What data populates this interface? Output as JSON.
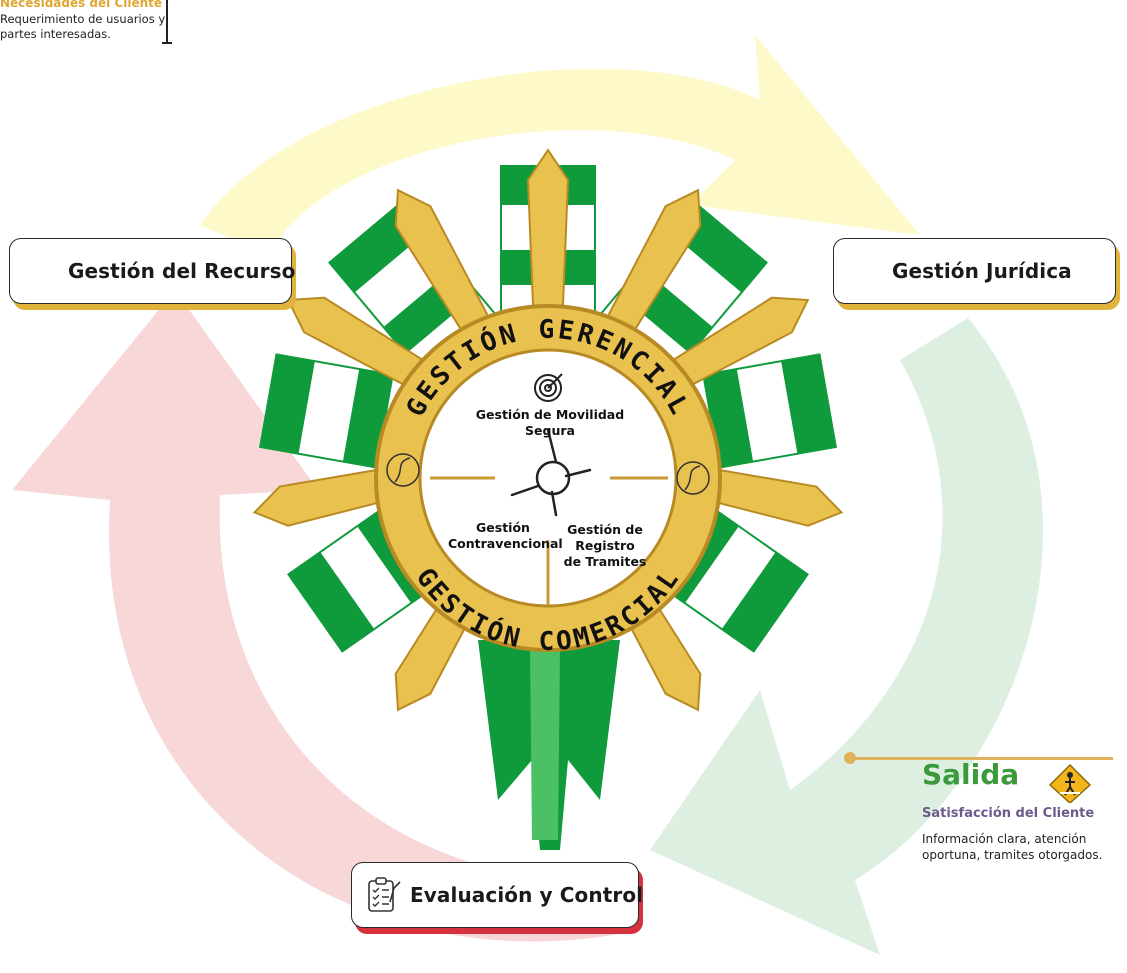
{
  "center": {
    "outer_top": "GESTIÓN GERENCIAL",
    "outer_bottom": "GESTIÓN COMERCIAL",
    "top_label": "Gestión de Movilidad Segura",
    "left_label_1": "Gestión",
    "left_label_2": "Contravencional",
    "right_label_1": "Gestión de",
    "right_label_2": "Registro",
    "right_label_3": "de Tramites"
  },
  "boxes": {
    "recurso": "Gestión del Recurso",
    "juridica": "Gestión Jurídica",
    "evaluacion": "Evaluación y Control"
  },
  "input": {
    "title": "Necesidades del Cliente",
    "description": "Requerimiento de usuarios y partes interesadas."
  },
  "output": {
    "title": "Salida",
    "subtitle": "Satisfacción del Cliente",
    "description": "Información clara, atención oportuna, tramites otorgados."
  },
  "colors": {
    "arrow_yellow": "#fdf9c8",
    "arrow_green": "#dcefe0",
    "arrow_red": "#f8d7d9",
    "ribbon_green": "#0f9a3c",
    "gold": "#e9c14f",
    "accent_red": "#d6323d",
    "salida_green": "#3b9a3b"
  },
  "icons": {
    "recurso": "team-hand-icon",
    "juridica": "team-hand-icon",
    "evaluacion": "clipboard-checklist-icon",
    "center_top": "target-icon",
    "center_middle": "joined-hands-icon",
    "salida": "pedestrian-crossing-icon"
  }
}
